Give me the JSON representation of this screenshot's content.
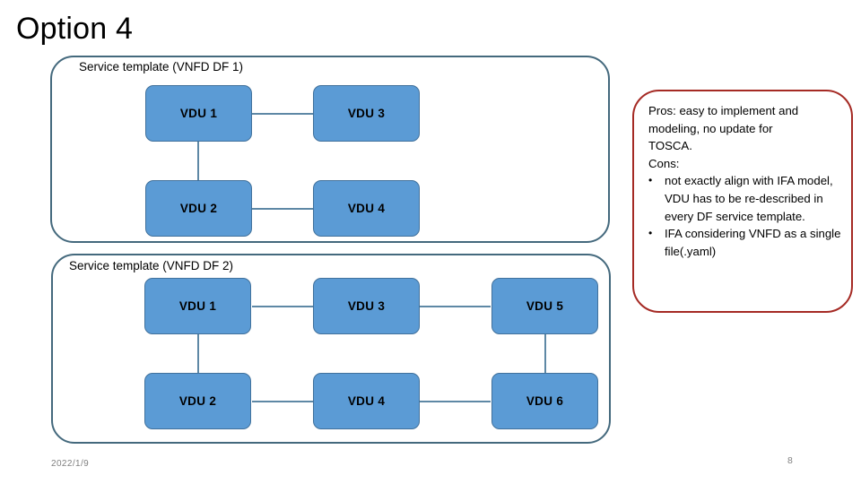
{
  "slide": {
    "title": "Option 4",
    "footer_date": "2022/1/9",
    "page_number": "8"
  },
  "colors": {
    "node_fill": "#5B9BD5",
    "node_border": "#41719C",
    "container_border": "#44697D",
    "connector": "#5E88A5",
    "callout_border": "#A52A24",
    "text": "#000000",
    "footer_text": "#808080"
  },
  "templates": [
    {
      "label": "Service template (VNFD DF 1)",
      "nodes": [
        {
          "label": "VDU 1"
        },
        {
          "label": "VDU 3"
        },
        {
          "label": "VDU 2"
        },
        {
          "label": "VDU 4"
        }
      ]
    },
    {
      "label": "Service template (VNFD DF 2)",
      "nodes": [
        {
          "label": "VDU 1"
        },
        {
          "label": "VDU 3"
        },
        {
          "label": "VDU 5"
        },
        {
          "label": "VDU 2"
        },
        {
          "label": "VDU 4"
        },
        {
          "label": "VDU 6"
        }
      ]
    }
  ],
  "callout": {
    "pros_line_1": "Pros: easy to implement and",
    "pros_line_2": "modeling, no update for",
    "pros_line_3": "TOSCA.",
    "cons_heading": "Cons:",
    "bullet_mark": "•",
    "bullets": [
      "not exactly align with IFA model, VDU has to be re-described in every DF service template.",
      "IFA considering VNFD as a single file(.yaml)"
    ]
  }
}
